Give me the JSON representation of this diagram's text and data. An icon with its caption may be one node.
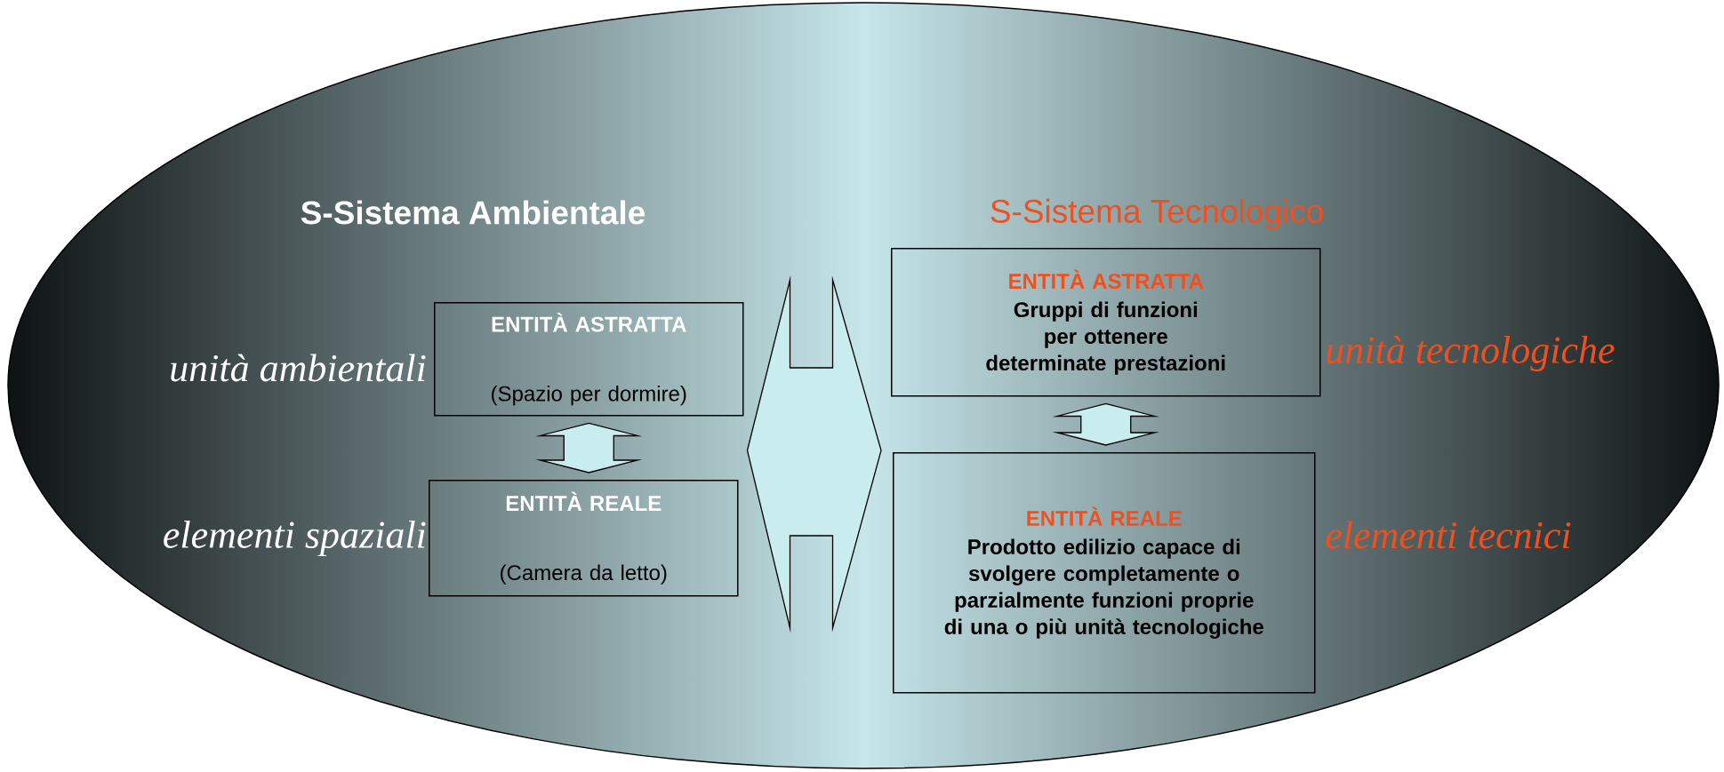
{
  "diagram": {
    "nodes": [
      {
        "text": [
          "ENTITÀ ASTRATTA",
          "(Spazio per dormire)"
        ],
        "beside": [
          "unità ambientali"
        ]
      },
      {
        "text": [
          "ENTITÀ REALE",
          "(Camera da letto)"
        ],
        "beside": [
          "elementi spaziali"
        ]
      },
      {
        "text": [
          "ENTITÀ ASTRATTA",
          "Gruppi di funzioni per ottenere determinate prestazioni"
        ],
        "beside": [
          "unità tecnologiche"
        ]
      },
      {
        "text": [
          "ENTITÀ REALE",
          "Prodotto edilizio capace di svolgere completamente o parzialmente funzioni proprie di una o più unità tecnologiche"
        ],
        "beside": [
          "elementi tecnici"
        ]
      }
    ],
    "edges": [
      {
        "from": 0,
        "to": 1,
        "arrow": "both"
      },
      {
        "from": 2,
        "to": 3,
        "arrow": "both"
      },
      {
        "from": 1,
        "to": 3,
        "arrow": "both"
      }
    ],
    "labels": [
      "S-Sistema Ambientale",
      "S-Sistema Tecnologico"
    ]
  }
}
